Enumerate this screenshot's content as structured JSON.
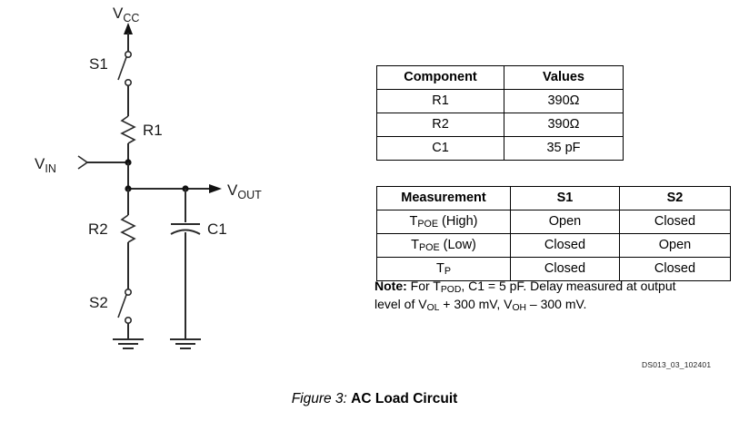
{
  "figure": {
    "caption_label": "Figure 3:",
    "caption_title": "AC Load Circuit",
    "doc_id": "DS013_03_102401"
  },
  "circuit": {
    "supply_label": "V",
    "supply_sub": "CC",
    "input_label": "V",
    "input_sub": "IN",
    "output_label": "V",
    "output_sub": "OUT",
    "switch_top": "S1",
    "switch_bottom": "S2",
    "resistor_top": "R1",
    "resistor_bottom": "R2",
    "capacitor": "C1"
  },
  "component_table": {
    "headers": [
      "Component",
      "Values"
    ],
    "rows": [
      [
        "R1",
        "390Ω"
      ],
      [
        "R2",
        "390Ω"
      ],
      [
        "C1",
        "35 pF"
      ]
    ]
  },
  "measurement_table": {
    "headers": [
      "Measurement",
      "S1",
      "S2"
    ],
    "rows": [
      {
        "measurement_main": "T",
        "measurement_sub": "POE",
        "measurement_tail": " (High)",
        "s1": "Open",
        "s2": "Closed"
      },
      {
        "measurement_main": "T",
        "measurement_sub": "POE",
        "measurement_tail": " (Low)",
        "s1": "Closed",
        "s2": "Open"
      },
      {
        "measurement_main": "T",
        "measurement_sub": "P",
        "measurement_tail": "",
        "s1": "Closed",
        "s2": "Closed"
      }
    ]
  },
  "note": {
    "prefix": "Note:",
    "line1_a": " For T",
    "line1_sub": "POD",
    "line1_b": ", C1 = 5 pF. Delay measured at output level of V",
    "line2_sub1": "OL",
    "line2_a": " + 300 mV, V",
    "line2_sub2": "OH",
    "line2_b": " – 300 mV."
  },
  "colors": {
    "wire": "#2b2b2b",
    "text": "#000000",
    "background": "#ffffff"
  }
}
